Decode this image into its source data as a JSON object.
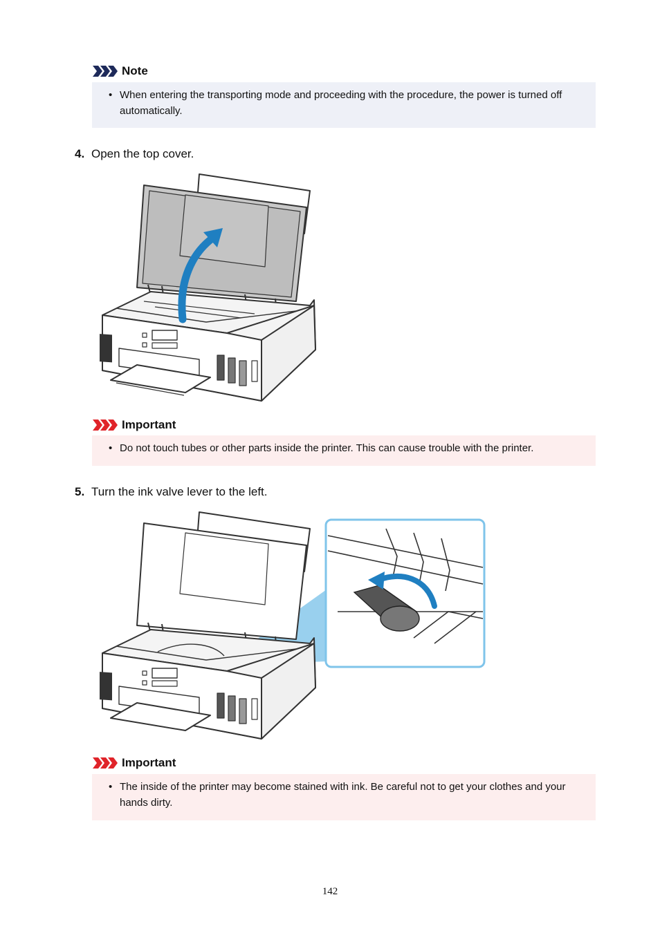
{
  "note": {
    "title": "Note",
    "items": [
      "When entering the transporting mode and proceeding with the procedure, the power is turned off automatically."
    ]
  },
  "steps": [
    {
      "number": "4.",
      "text": "Open the top cover."
    },
    {
      "number": "5.",
      "text": "Turn the ink valve lever to the left."
    }
  ],
  "important_1": {
    "title": "Important",
    "items": [
      "Do not touch tubes or other parts inside the printer. This can cause trouble with the printer."
    ]
  },
  "important_2": {
    "title": "Important",
    "items": [
      "The inside of the printer may become stained with ink. Be careful not to get your clothes and your hands dirty."
    ]
  },
  "bullet_char": "•",
  "colors": {
    "note_icon": "#1e2a5a",
    "important_icon": "#e0242a",
    "arrow_blue": "#1f7fc1",
    "zoom_frame": "#7fc4ea"
  },
  "page_number": "142"
}
